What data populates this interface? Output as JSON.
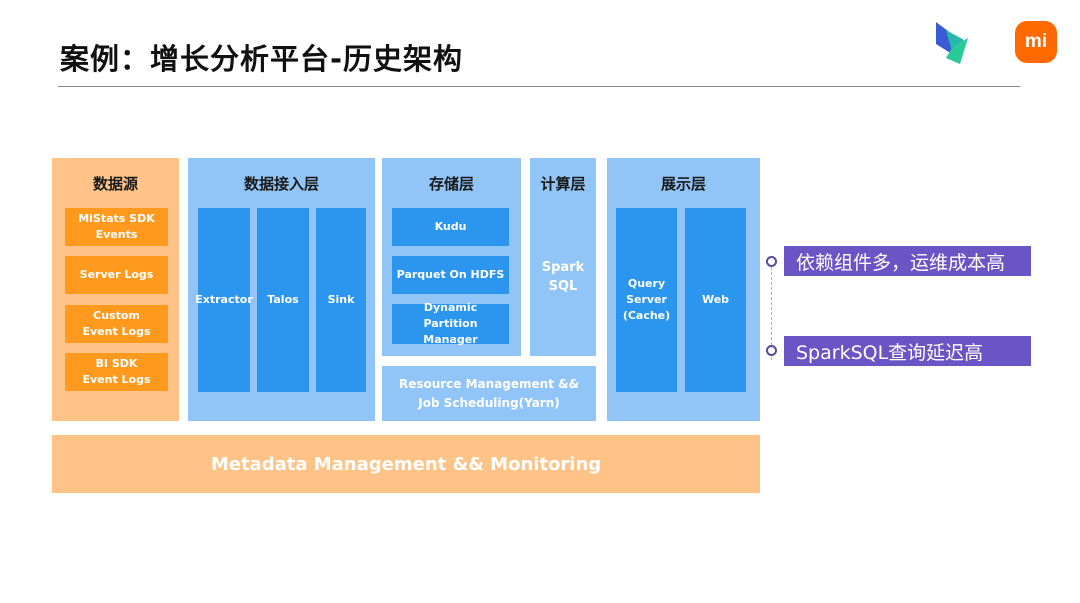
{
  "title": "案例：增长分析平台-历史架构",
  "logos": {
    "left": "flag-logo-icon",
    "right_text": "mi"
  },
  "colors": {
    "orange_panel": "#ffc387",
    "orange_item": "#ff9a1f",
    "blue_panel": "#92c5f7",
    "blue_item": "#2c96ef",
    "tag": "#6a55c4"
  },
  "layers": {
    "datasource": {
      "title": "数据源",
      "items": [
        "MiStats SDK\nEvents",
        "Server Logs",
        "Custom\nEvent Logs",
        "BI SDK\nEvent Logs"
      ]
    },
    "ingestion": {
      "title": "数据接入层",
      "items": [
        "Extractor",
        "Talos",
        "Sink"
      ]
    },
    "storage": {
      "title": "存储层",
      "items": [
        "Kudu",
        "Parquet On HDFS",
        "Dynamic Partition\nManager"
      ]
    },
    "compute": {
      "title": "计算层",
      "engine": "Spark\nSQL"
    },
    "resource": "Resource Management &&\nJob Scheduling(Yarn)",
    "presentation": {
      "title": "展示层",
      "items": [
        "Query\nServer\n(Cache)",
        "Web"
      ]
    },
    "metadata": "Metadata Management && Monitoring"
  },
  "issues": [
    "依赖组件多，运维成本高",
    "SparkSQL查询延迟高"
  ]
}
